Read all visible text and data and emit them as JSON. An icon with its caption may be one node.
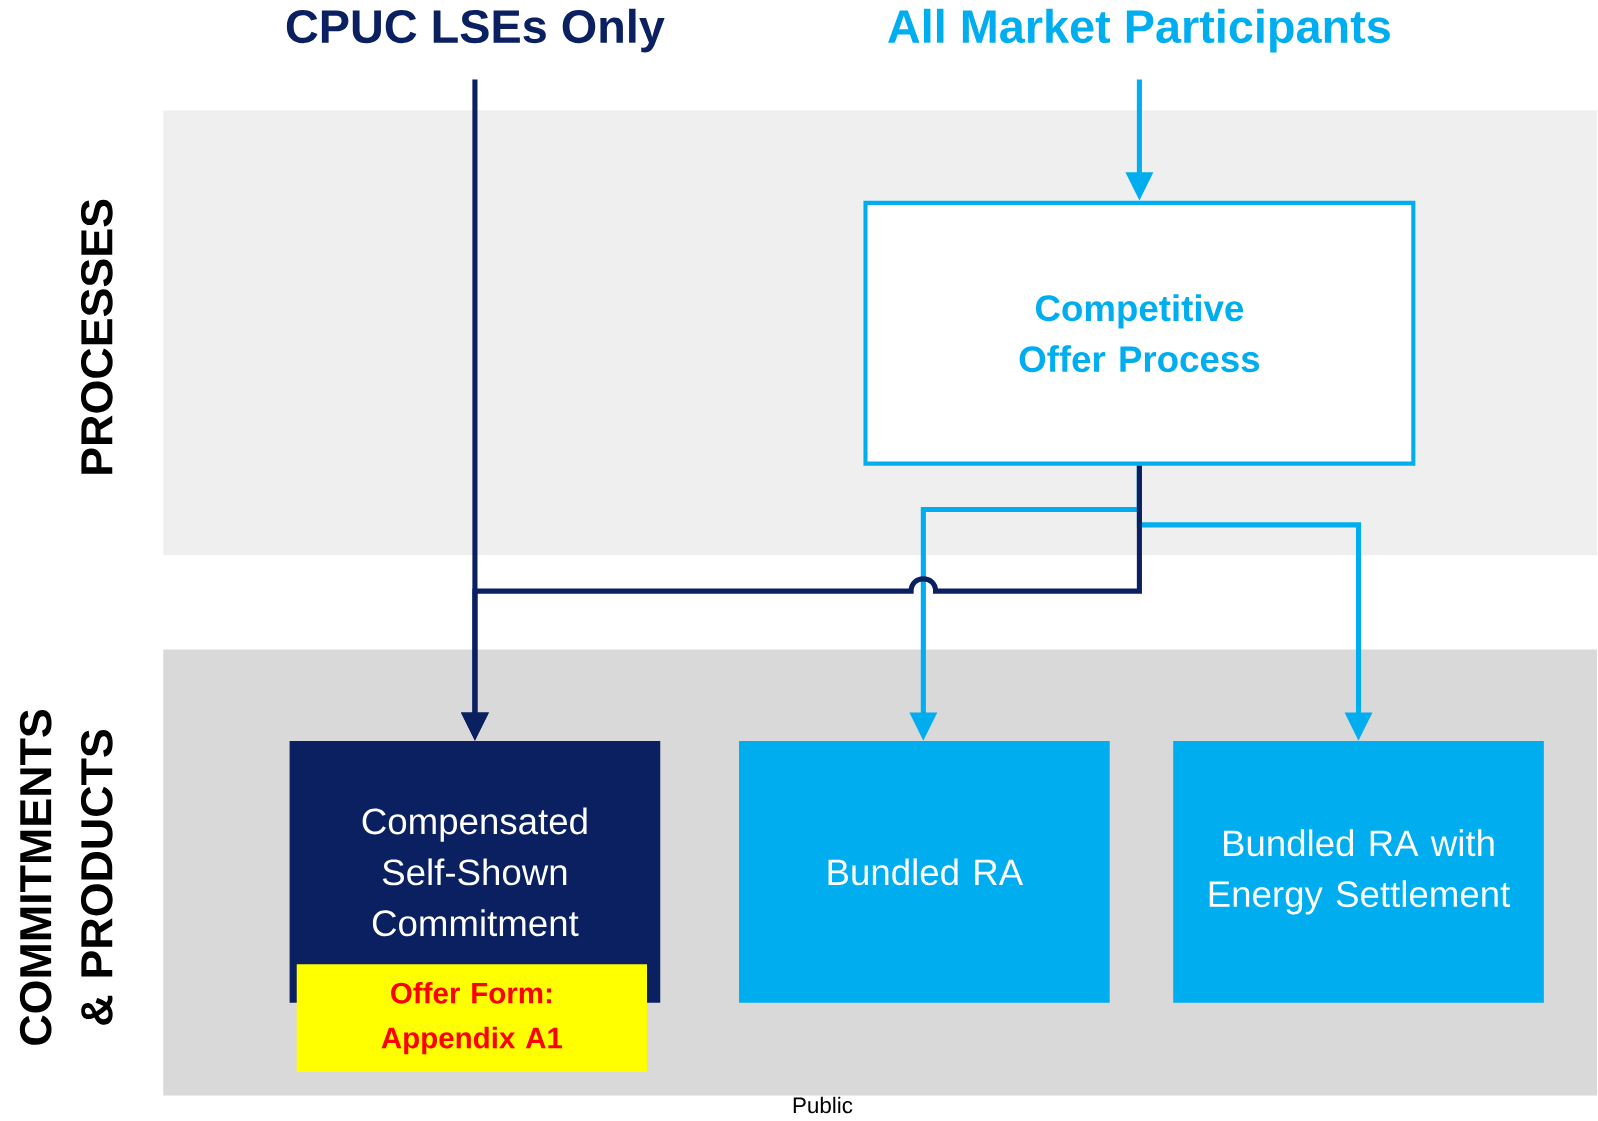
{
  "diagram": {
    "nodes": [
      {
        "text": [
          "CPUC LSEs Only"
        ]
      },
      {
        "text": [
          "All Market Participants"
        ]
      },
      {
        "text": [
          "PROCESSES"
        ]
      },
      {
        "text": [
          "Competitive Offer Process"
        ],
        "in": 2
      },
      {
        "text": [
          "COMMITMENTS & PRODUCTS"
        ]
      },
      {
        "text": [
          "Compensated Self-Shown Commitment"
        ],
        "in": 4
      },
      {
        "text": [
          "Bundled RA"
        ],
        "in": 4
      },
      {
        "text": [
          "Bundled RA with Energy Settlement"
        ],
        "in": 4
      },
      {
        "text": [
          "Offer Form: Appendix A1"
        ],
        "in": 4
      }
    ],
    "edges": [
      {
        "from": 0,
        "to": 5,
        "arrow": "to",
        "color": "#0b2060"
      },
      {
        "from": 1,
        "to": 3,
        "arrow": "to"
      },
      {
        "from": 3,
        "to": 6,
        "arrow": "to"
      },
      {
        "from": 3,
        "to": 7,
        "arrow": "to"
      },
      {
        "from": 3,
        "to": 5,
        "arrow": "to",
        "color": "#0b2060"
      }
    ],
    "labels": [
      "Public"
    ]
  }
}
